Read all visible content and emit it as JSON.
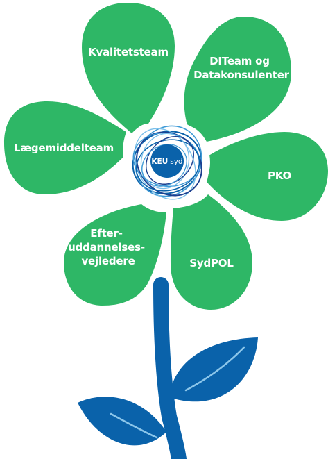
{
  "center": {
    "label_bold": "KEU",
    "label_light": "syd"
  },
  "petals": [
    {
      "lines": [
        "Kvalitetsteam"
      ]
    },
    {
      "lines": [
        "DITeam og",
        "Datakonsulenter"
      ]
    },
    {
      "lines": [
        "PKO"
      ]
    },
    {
      "lines": [
        "SydPOL"
      ]
    },
    {
      "lines": [
        "Efter-",
        "uddannelses-",
        "vejledere"
      ]
    },
    {
      "lines": [
        "Lægemiddelteam"
      ]
    }
  ],
  "colors": {
    "petal": "#2eb766",
    "stem": "#0a62aa",
    "leaf_vein": "#8cc6ea",
    "center_disc": "#0a62aa",
    "swirl": [
      "#0a62aa",
      "#3f9ad6",
      "#7cc0ea",
      "#1c3f8f"
    ]
  }
}
